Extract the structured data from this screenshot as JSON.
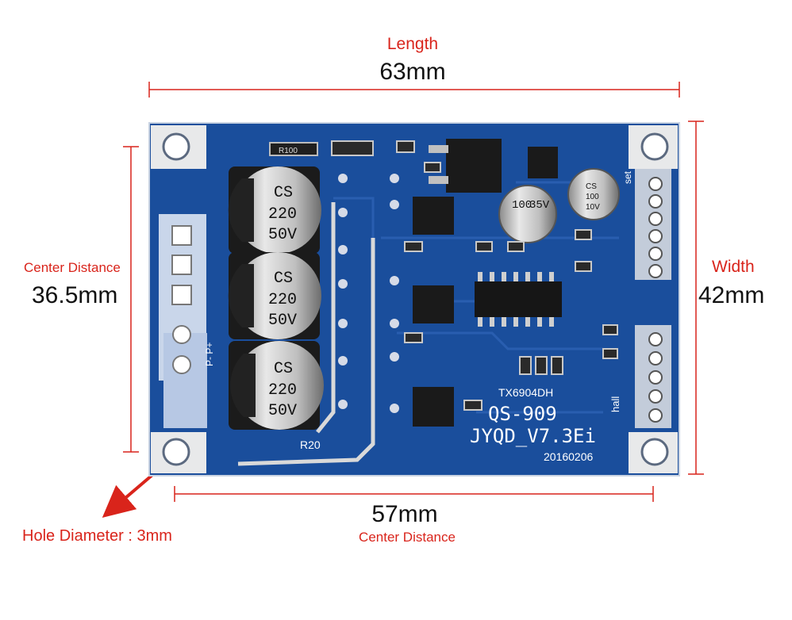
{
  "annotations": {
    "length_title": "Length",
    "length_value": "63mm",
    "width_title": "Width",
    "width_value": "42mm",
    "center_distance_left_title": "Center Distance",
    "center_distance_left_value": "36.5mm",
    "center_distance_bottom_value": "57mm",
    "center_distance_bottom_title": "Center Distance",
    "hole_label": "Hole Diameter : 3mm"
  },
  "board": {
    "capacitors": [
      {
        "brand": "CS",
        "value": "220",
        "voltage": "50V"
      },
      {
        "brand": "CS",
        "value": "220",
        "voltage": "50V"
      },
      {
        "brand": "CS",
        "value": "220",
        "voltage": "50V"
      }
    ],
    "small_cap_1": {
      "value": "100",
      "voltage": "35V"
    },
    "small_cap_2": {
      "brand": "CS",
      "value": "100",
      "voltage": "10V"
    },
    "silkscreen": {
      "chip": "TX6904DH",
      "model": "QS-909",
      "version": "JYQD_V7.3Ei",
      "date": "20160206",
      "resistor": "R20",
      "hall": "hall",
      "set": "set",
      "power": "P- P+",
      "r100": "R100"
    }
  },
  "colors": {
    "annotation_red": "#d9241b",
    "pcb_blue": "#1a4e9c",
    "pcb_dark": "#103a7a"
  }
}
